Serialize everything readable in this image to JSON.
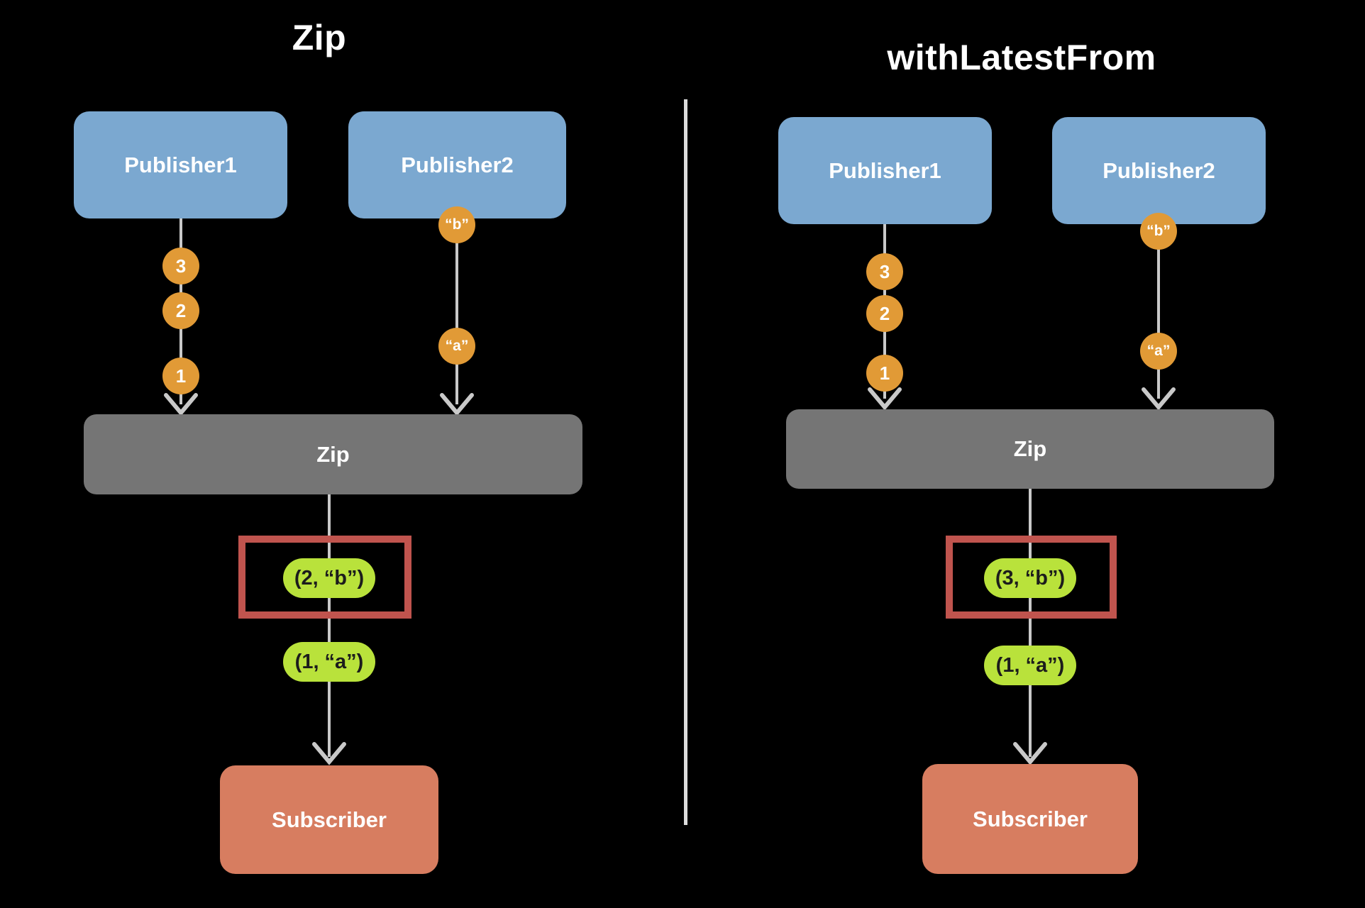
{
  "left": {
    "title": "Zip",
    "publisher1": {
      "label": "Publisher1",
      "events": [
        "3",
        "2",
        "1"
      ]
    },
    "publisher2": {
      "label": "Publisher2",
      "events": [
        "“b”",
        "“a”"
      ]
    },
    "operator_label": "Zip",
    "outputs": [
      {
        "value": "(2, “b”)",
        "highlighted": true
      },
      {
        "value": "(1, “a”)",
        "highlighted": false
      }
    ],
    "subscriber_label": "Subscriber"
  },
  "right": {
    "title": "withLatestFrom",
    "publisher1": {
      "label": "Publisher1",
      "events": [
        "3",
        "2",
        "1"
      ]
    },
    "publisher2": {
      "label": "Publisher2",
      "events": [
        "“b”",
        "“a”"
      ]
    },
    "operator_label": "Zip",
    "outputs": [
      {
        "value": "(3, “b”)",
        "highlighted": true
      },
      {
        "value": "(1, “a”)",
        "highlighted": false
      }
    ],
    "subscriber_label": "Subscriber"
  },
  "colors": {
    "background": "#000000",
    "publisher_blue": "#7ba8d0",
    "operator_gray": "#757575",
    "subscriber_salmon": "#d77d60",
    "event_orange": "#e19a36",
    "output_green": "#b9e23b",
    "highlight_red": "#c0544e",
    "line_gray": "#c9c9c9"
  }
}
